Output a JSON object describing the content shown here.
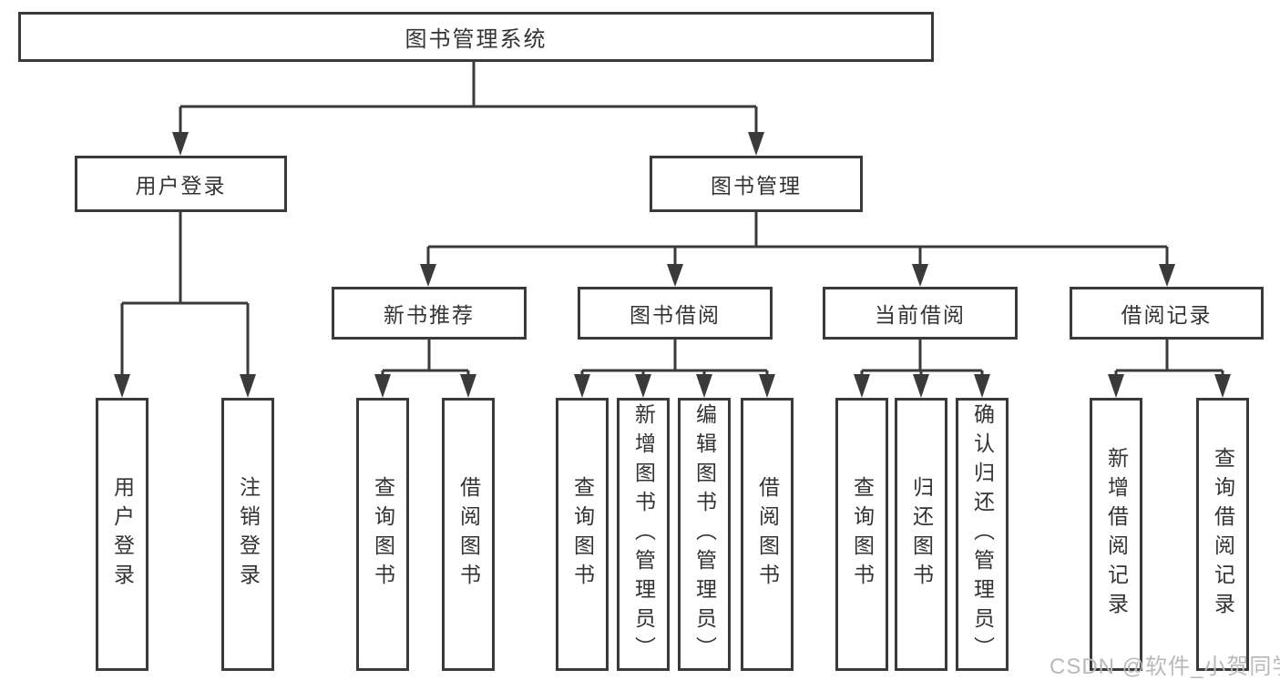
{
  "diagram": {
    "root": {
      "label": "图书管理系统"
    },
    "user_login": {
      "label": "用户登录",
      "children": [
        {
          "label": "用户登录"
        },
        {
          "label": "注销登录"
        }
      ]
    },
    "book_management": {
      "label": "图书管理",
      "sections": [
        {
          "label": "新书推荐",
          "children": [
            {
              "label": "查询图书"
            },
            {
              "label": "借阅图书"
            }
          ]
        },
        {
          "label": "图书借阅",
          "children": [
            {
              "label": "查询图书"
            },
            {
              "label": "新增图书（管理员）"
            },
            {
              "label": "编辑图书（管理员）"
            },
            {
              "label": "借阅图书"
            }
          ]
        },
        {
          "label": "当前借阅",
          "children": [
            {
              "label": "查询图书"
            },
            {
              "label": "归还图书"
            },
            {
              "label": "确认归还（管理员）"
            }
          ]
        },
        {
          "label": "借阅记录",
          "children": [
            {
              "label": "新增借阅记录"
            },
            {
              "label": "查询借阅记录"
            }
          ]
        }
      ]
    },
    "colors": {
      "line": "#3a3a3a",
      "text": "#333333",
      "background": "#ffffff"
    }
  },
  "watermark": {
    "text": "CSDN @软件_小贺同学",
    "color": "#b9b9b9"
  }
}
